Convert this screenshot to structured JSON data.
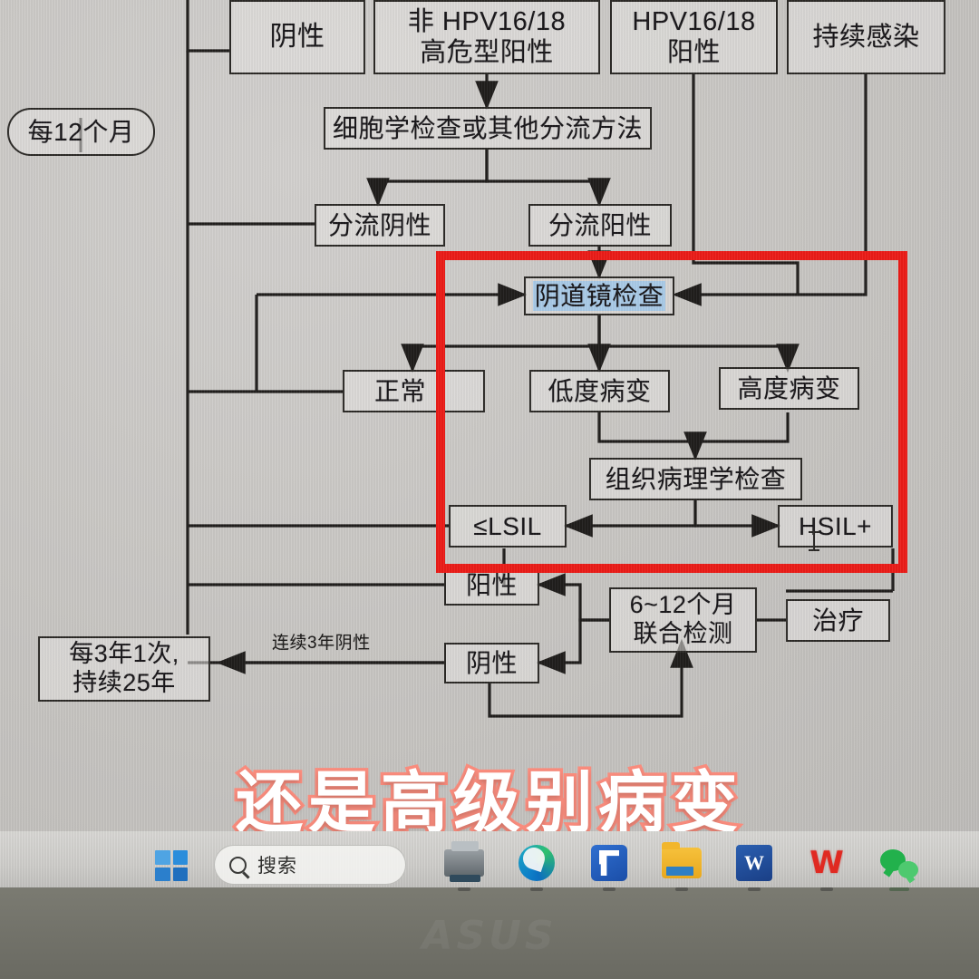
{
  "document": {
    "title_hidden": "",
    "nodes": {
      "neg_top": "阴性",
      "non_hpv1618_hr_pos": "非 HPV16/18\n高危型阳性",
      "hpv1618_pos": "HPV16/18\n阳性",
      "persistent_infection": "持续感染",
      "every_12_months": "每12个月",
      "cytology_or_triage": "细胞学检查或其他分流方法",
      "triage_negative": "分流阴性",
      "triage_positive": "分流阳性",
      "colposcopy": "阴道镜检查",
      "normal": "正常",
      "low_grade_lesion": "低度病变",
      "high_grade_lesion": "高度病变",
      "histopathology": "组织病理学检查",
      "lsil_or_less": "≤LSIL",
      "hsil_plus": "HSIL+",
      "positive": "阳性",
      "negative": "阴性",
      "retest_6_12_months": "6~12个月\n联合检测",
      "treatment": "治疗",
      "every_3_years_25": "每3年1次,\n持续25年"
    },
    "edge_labels": {
      "three_years_negative": "连续3年阴性"
    },
    "annotation": {
      "highlight_color": "#ec1c18",
      "selection_color": "#aacbe8",
      "selected_node": "阴道镜检查"
    }
  },
  "caption": {
    "text": "还是高级别病变",
    "fill_color": "#ffffff",
    "stroke_color": "#f98c7d"
  },
  "taskbar": {
    "start_label": "start",
    "search": {
      "placeholder": "搜索",
      "icon": "search-icon"
    },
    "icons": [
      {
        "name": "printer-icon",
        "label": "打印机",
        "active": false
      },
      {
        "name": "edge-browser-icon",
        "label": "Microsoft Edge",
        "active": false
      },
      {
        "name": "blue-app-icon",
        "label": "蓝色应用",
        "active": false
      },
      {
        "name": "file-explorer-icon",
        "label": "文件资源管理器",
        "active": false
      },
      {
        "name": "word-icon",
        "label": "Word",
        "active": false
      },
      {
        "name": "wps-office-icon",
        "label": "WPS Office",
        "active": false
      },
      {
        "name": "wechat-icon",
        "label": "微信",
        "active": true
      }
    ]
  },
  "monitor": {
    "brand": "ASUS"
  }
}
